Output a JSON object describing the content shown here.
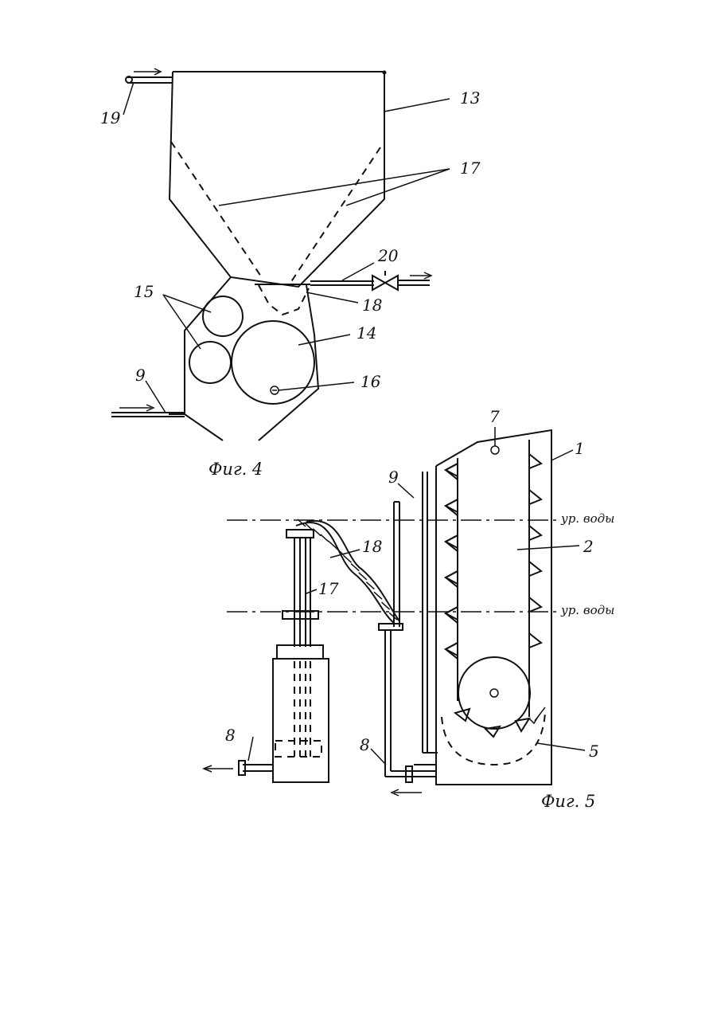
{
  "figure4": {
    "caption": "Фиг. 4",
    "labels": {
      "n13": "13",
      "n17": "17",
      "n19": "19",
      "n20": "20",
      "n18": "18",
      "n15": "15",
      "n14": "14",
      "n16": "16",
      "n9": "9"
    }
  },
  "figure5": {
    "caption": "Фиг. 5",
    "labels": {
      "n7": "7",
      "n1": "1",
      "n9": "9",
      "n18": "18",
      "n2": "2",
      "n17": "17",
      "n5": "5",
      "n8_left": "8",
      "n8_right": "8"
    },
    "water_level_upper": "ур. воды",
    "water_level_lower": "ур. воды"
  }
}
